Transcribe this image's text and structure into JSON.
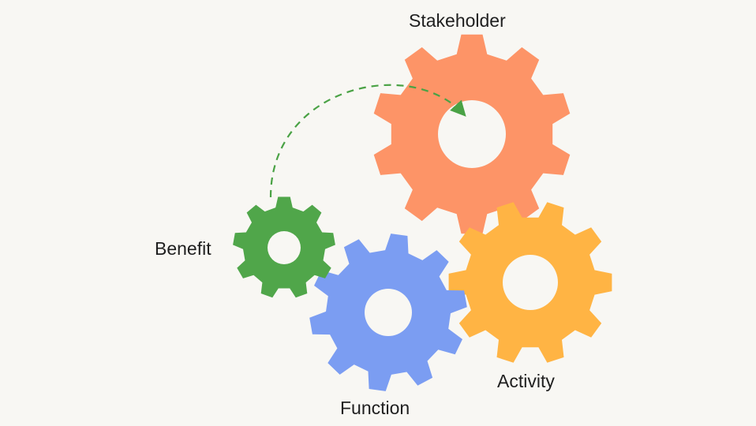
{
  "background": "#f8f7f3",
  "gears": [
    {
      "id": "stakeholder",
      "label": "Stakeholder",
      "color": "#fd9467"
    },
    {
      "id": "activity",
      "label": "Activity",
      "color": "#ffb444"
    },
    {
      "id": "function",
      "label": "Function",
      "color": "#7b9df2"
    },
    {
      "id": "benefit",
      "label": "Benefit",
      "color": "#50a64a"
    }
  ],
  "connector": {
    "from": "benefit",
    "to": "stakeholder",
    "style": "dashed",
    "arrow": "end",
    "color": "#4aa245"
  }
}
